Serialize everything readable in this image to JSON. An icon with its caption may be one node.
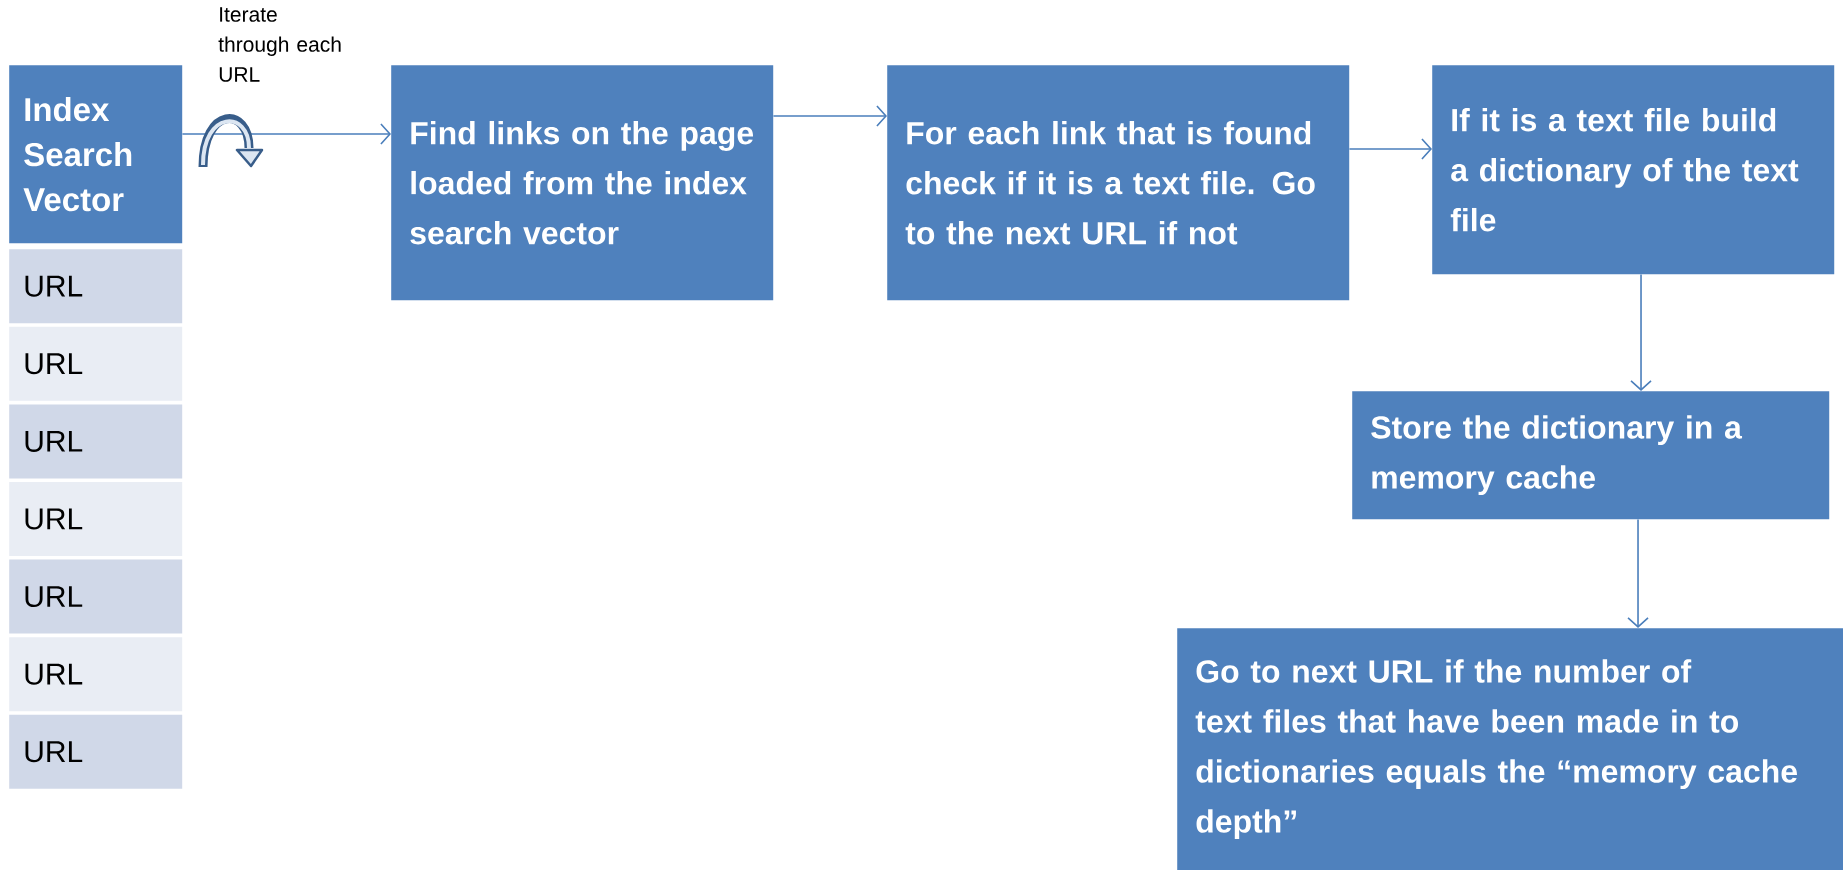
{
  "diagram": {
    "nodes": [
      {
        "text": [
          "Index Search Vector"
        ]
      },
      {
        "text": [
          "URL"
        ]
      },
      {
        "text": [
          "URL"
        ]
      },
      {
        "text": [
          "URL"
        ]
      },
      {
        "text": [
          "URL"
        ]
      },
      {
        "text": [
          "URL"
        ]
      },
      {
        "text": [
          "URL"
        ]
      },
      {
        "text": [
          "URL"
        ]
      },
      {
        "text": [
          "Find links on the page loaded from the index search vector"
        ]
      },
      {
        "text": [
          "For each link that is found check if it is a text file. Go to the next URL if not"
        ]
      },
      {
        "text": [
          "If it is a text file build a dictionary of the text file"
        ]
      },
      {
        "text": [
          "Store the dictionary in a memory cache"
        ]
      },
      {
        "text": [
          "Go to next URL if the number of text files that have been made in to dictionaries equals the “memory cache depth”"
        ]
      }
    ],
    "edges": [
      {
        "from": 0,
        "to": 8,
        "arrow": "to",
        "label": "Iterate through each URL"
      },
      {
        "from": 8,
        "to": 9,
        "arrow": "to"
      },
      {
        "from": 9,
        "to": 10,
        "arrow": "to"
      },
      {
        "from": 10,
        "to": 11,
        "arrow": "to"
      },
      {
        "from": 11,
        "to": 12,
        "arrow": "to"
      }
    ]
  }
}
